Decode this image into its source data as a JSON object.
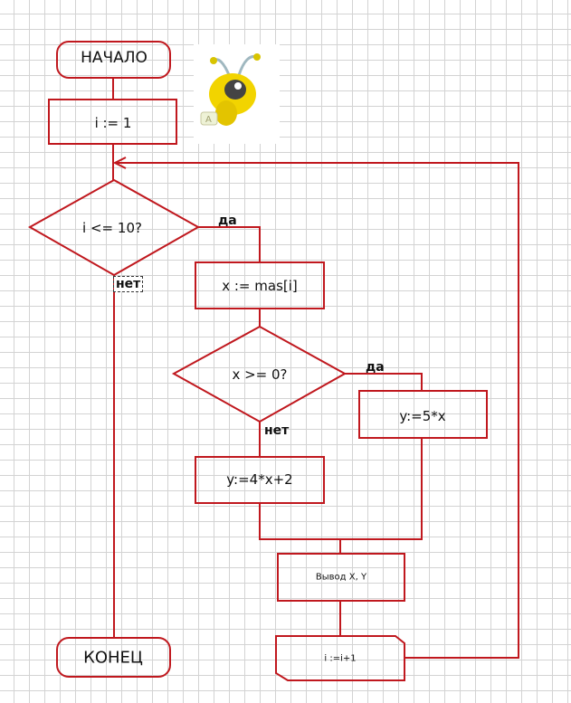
{
  "flowchart": {
    "start": "НАЧАЛО",
    "init": "i := 1",
    "loop_condition": "i <= 10?",
    "loop_yes": "да",
    "loop_no": "нет",
    "assign_x": "x := mas[i]",
    "sign_condition": "x >= 0?",
    "sign_yes": "да",
    "sign_no": "нет",
    "positive_branch": "y:=5*x",
    "negative_branch": "y:=4*x+2",
    "output": "Вывод X, Y",
    "increment": "i :=i+1",
    "end": "КОНЕЦ"
  },
  "colors": {
    "stroke": "#c0181e",
    "grid": "#d3d3d3",
    "mascot_body": "#f2d400"
  },
  "mascot": {
    "icon": "yellow-bee-mascot-icon"
  }
}
